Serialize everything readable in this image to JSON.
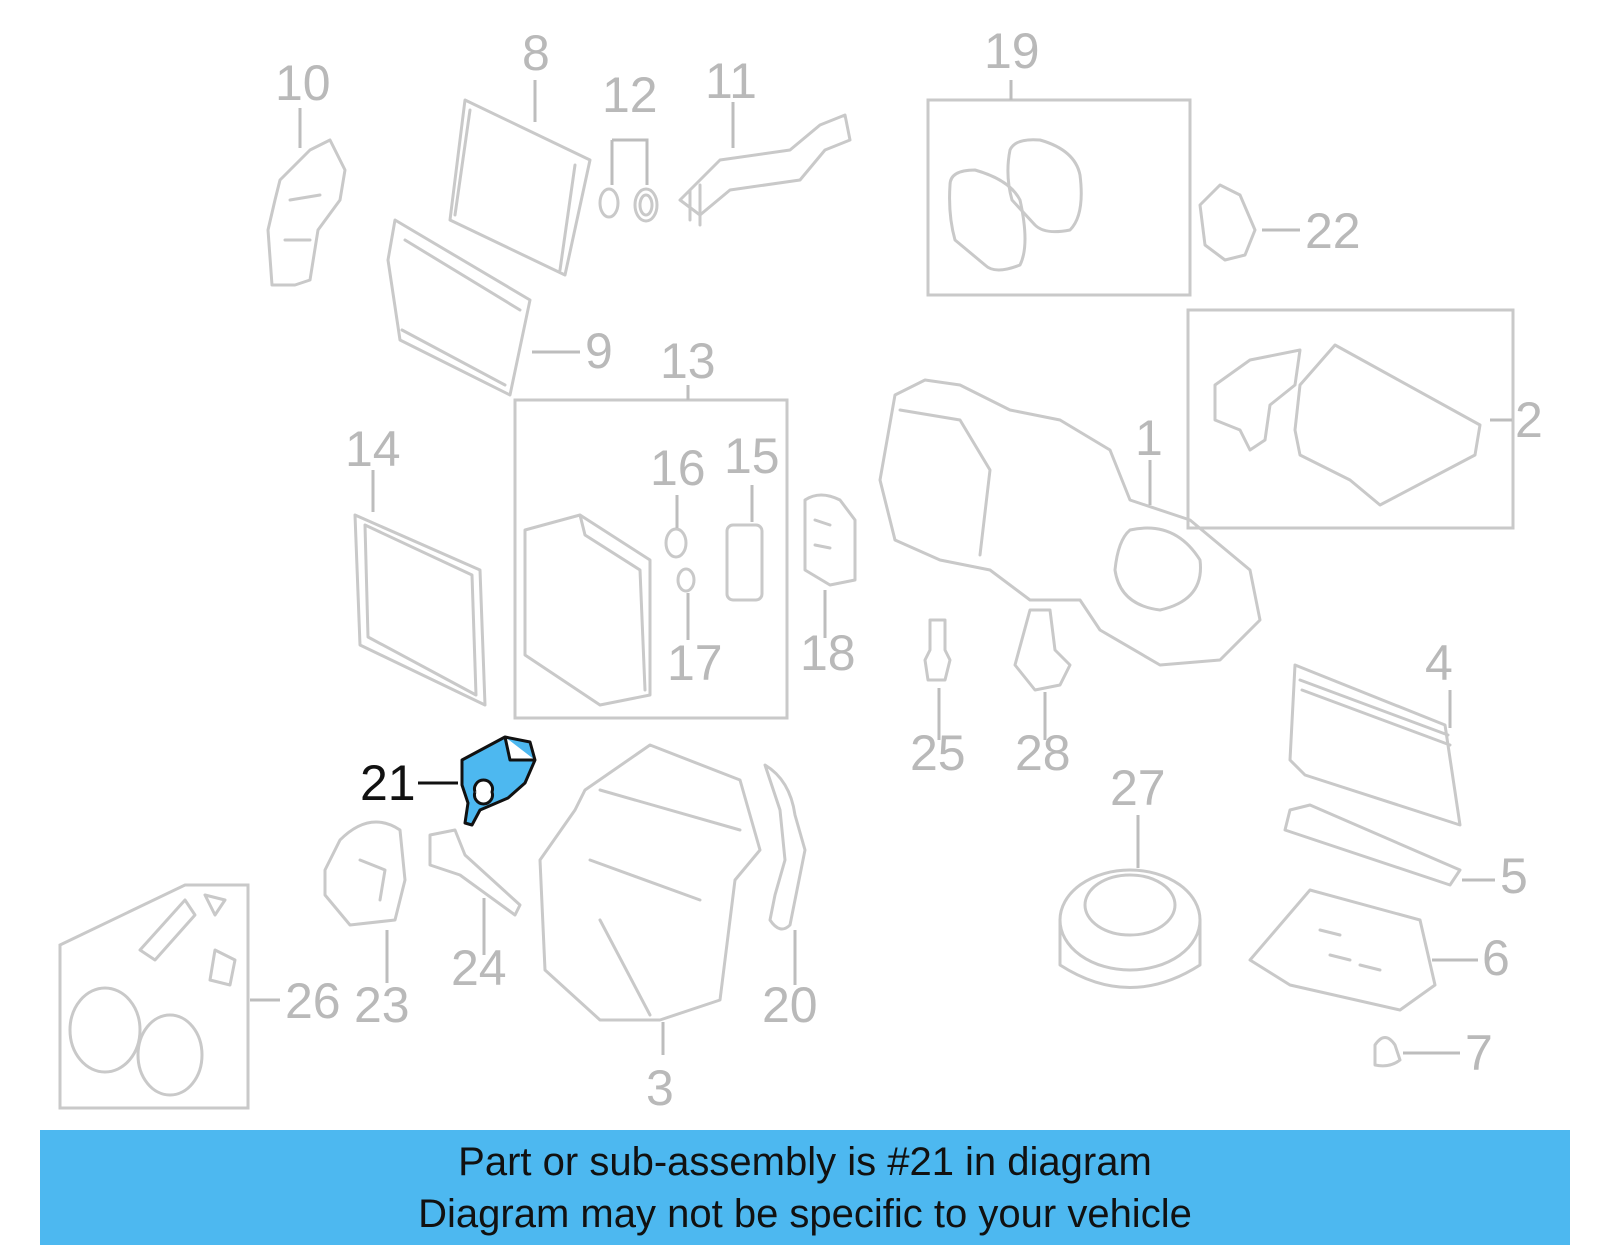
{
  "diagram": {
    "highlight_color": "#4db8f0",
    "highlighted_part": "21",
    "callouts": [
      "1",
      "2",
      "3",
      "4",
      "5",
      "6",
      "7",
      "8",
      "9",
      "10",
      "11",
      "12",
      "13",
      "14",
      "15",
      "16",
      "17",
      "18",
      "19",
      "20",
      "21",
      "22",
      "23",
      "24",
      "25",
      "26",
      "27",
      "28"
    ]
  },
  "banner": {
    "line1": "Part or sub-assembly is #21 in diagram",
    "line2": "Diagram may not be specific to your vehicle",
    "background": "#4db8f0"
  }
}
